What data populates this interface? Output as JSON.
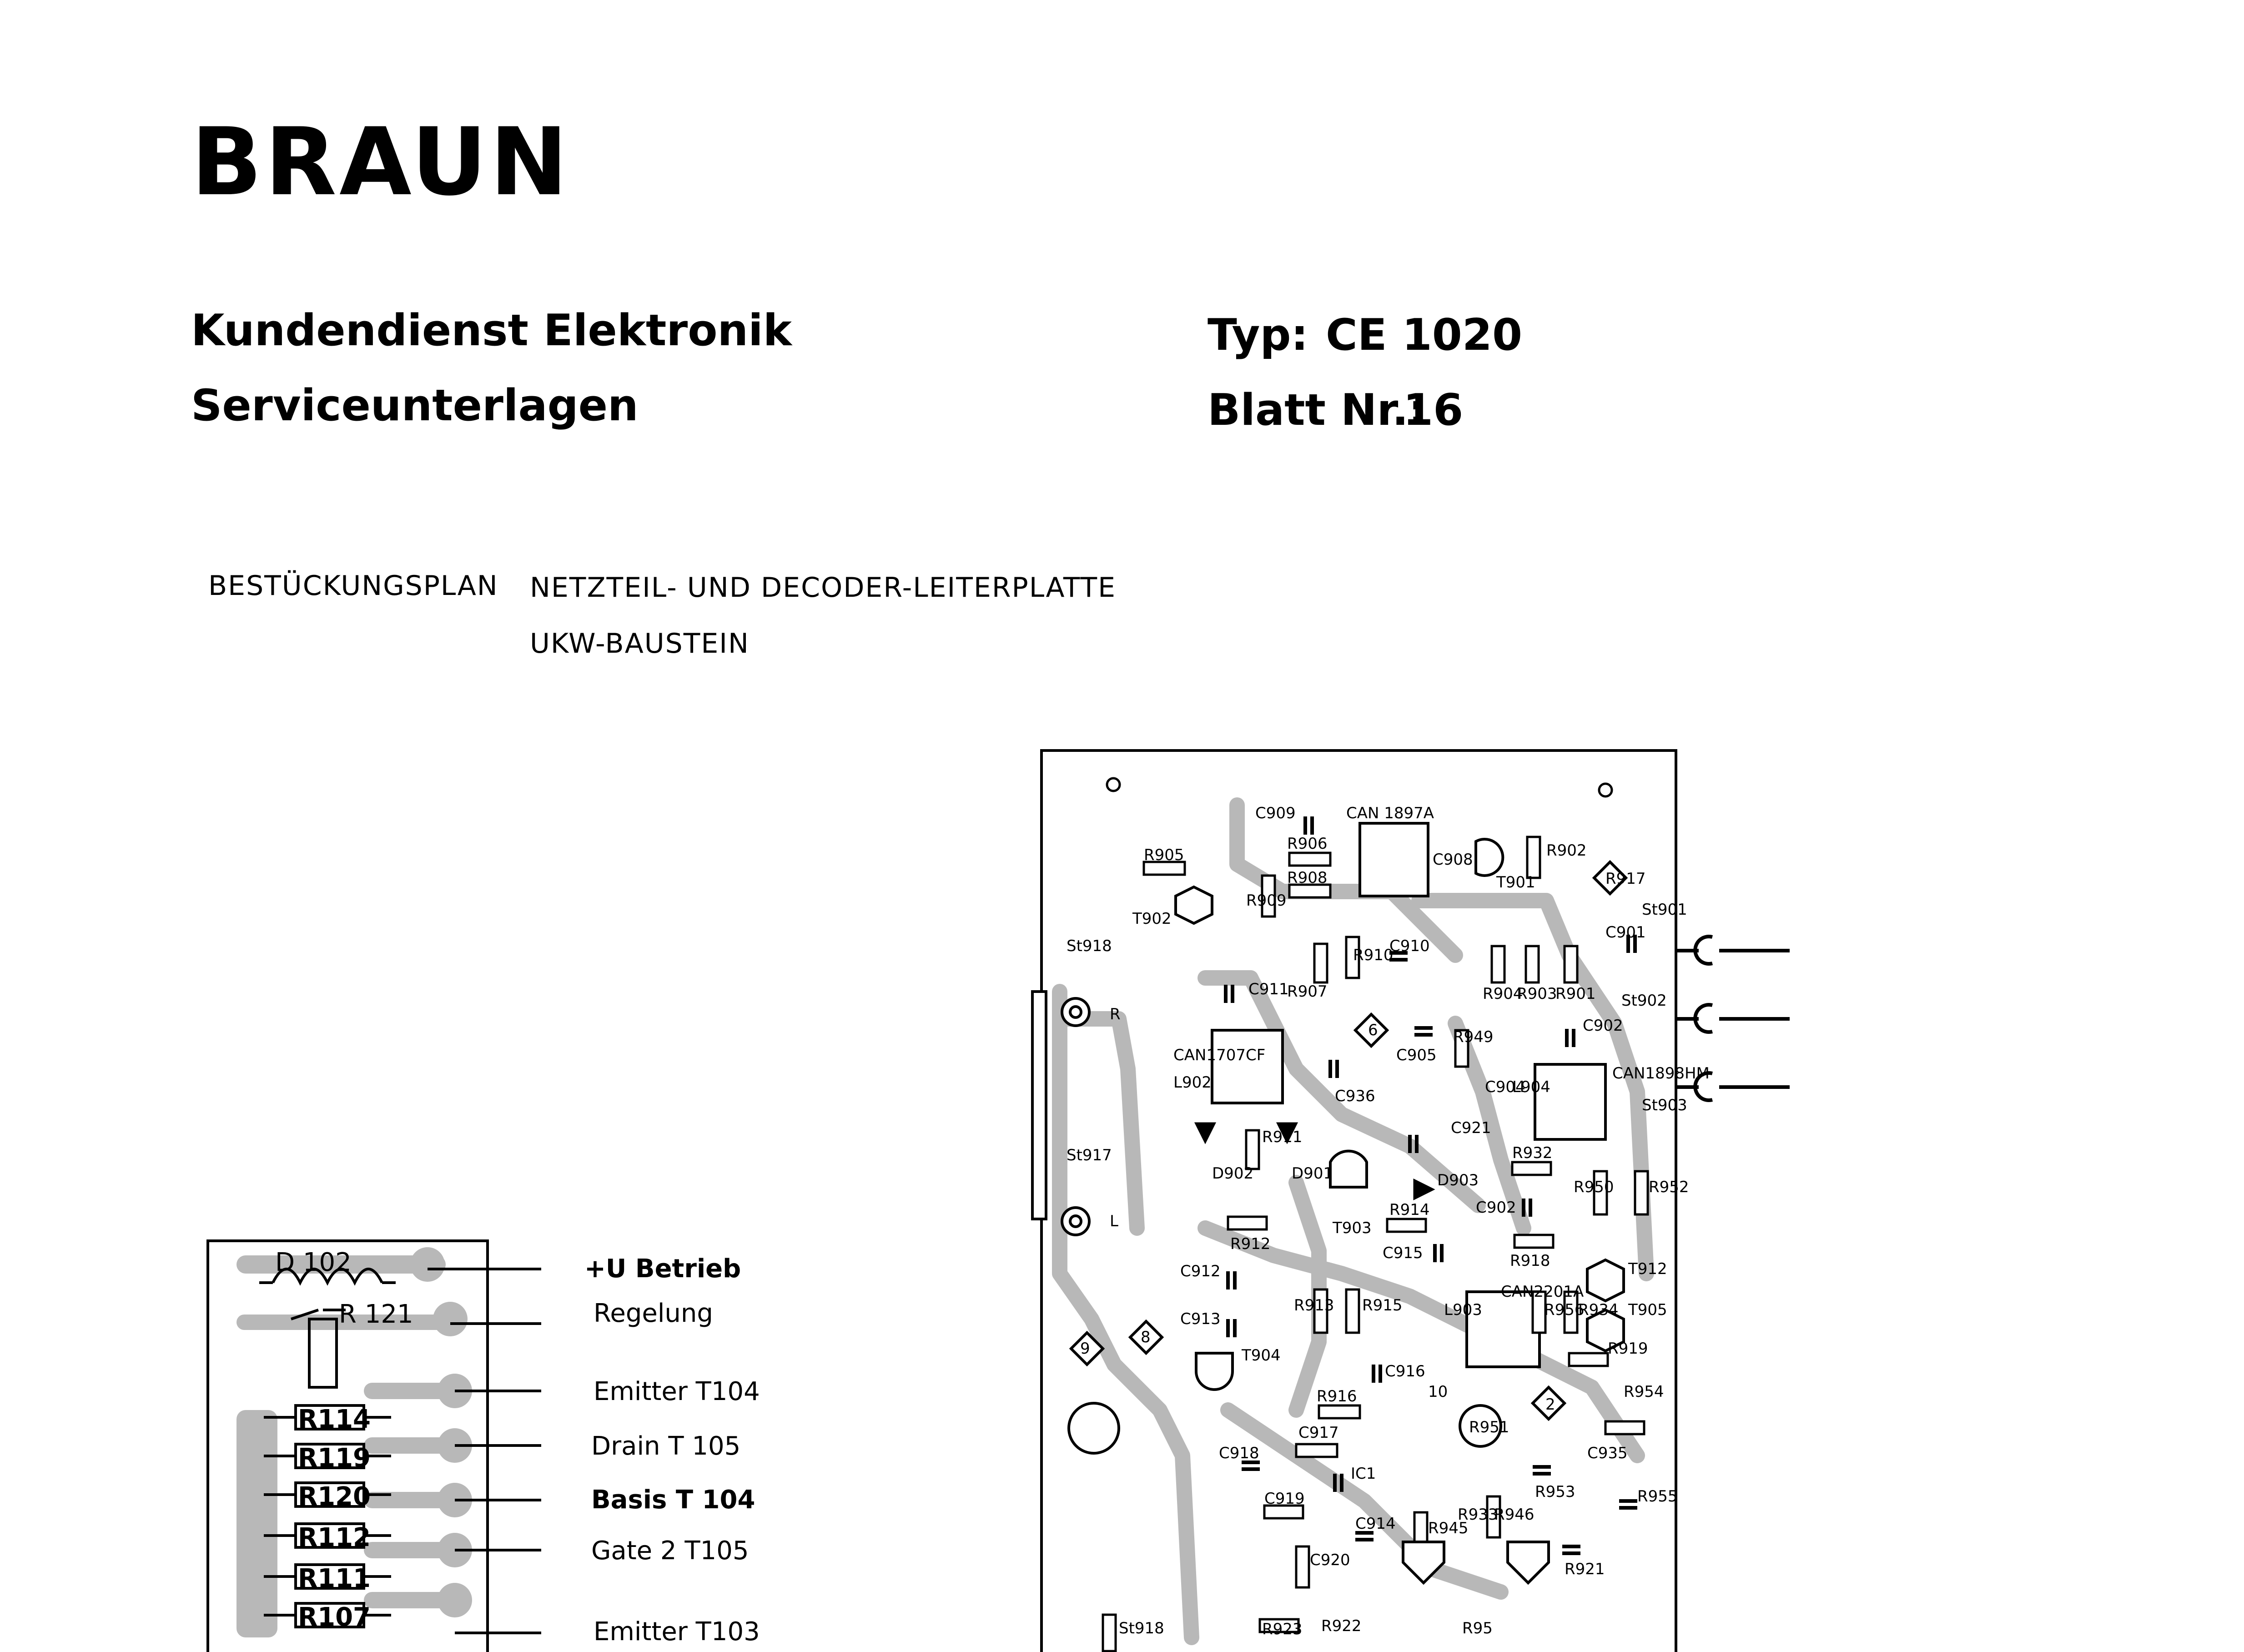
{
  "brand": "BRAUN",
  "header": {
    "dept": "Kundendienst Elektronik",
    "docs": "Serviceunterlagen",
    "type_label": "Typ:",
    "type_value": "CE 1020",
    "sheet_label": "Blatt Nr.:",
    "sheet_value": "16"
  },
  "caption": {
    "label": "BESTÜCKUNGSPLAN",
    "line1": "NETZTEIL- UND DECODER-LEITERPLATTE",
    "line2": "UKW-BAUSTEIN"
  },
  "ukw_module": {
    "components": [
      "D 102",
      "R 121",
      "R114",
      "R119",
      "R120",
      "R112",
      "R111",
      "R107"
    ],
    "connections": [
      "+U Betrieb",
      "Regelung",
      "Emitter T104",
      "Drain T 105",
      "Basis T 104",
      "Gate 2 T105",
      "Emitter T103"
    ]
  },
  "decoder_board": {
    "labels": [
      "C909",
      "CAN 1897A",
      "R905",
      "R906",
      "R908",
      "T902",
      "R909",
      "C908",
      "T901",
      "R902",
      "St901",
      "C901",
      "R904",
      "R903",
      "R901",
      "St918",
      "R",
      "C911",
      "R907",
      "R910",
      "C910",
      "CAN1707CF",
      "L902",
      "C905",
      "R949",
      "C902",
      "St902",
      "C936",
      "C904",
      "L904",
      "CAN1898HM",
      "St903",
      "C921",
      "St917",
      "L",
      "D902",
      "R911",
      "D901",
      "T903",
      "D903",
      "R932",
      "R950",
      "R952",
      "C902",
      "R914",
      "R912",
      "C915",
      "R918",
      "C912",
      "C913",
      "T904",
      "R913",
      "R915",
      "L903",
      "CAN2201A",
      "R956",
      "R934",
      "T912",
      "T905",
      "R919",
      "C916",
      "R954",
      "R916",
      "10",
      "9",
      "8",
      "2",
      "6",
      "R917",
      "C917",
      "IC1",
      "R951",
      "C935",
      "C918",
      "R955",
      "C919",
      "C914",
      "R953",
      "R945",
      "R933",
      "R946",
      "C920",
      "R921",
      "R923",
      "R922",
      "R95",
      "St918"
    ]
  }
}
